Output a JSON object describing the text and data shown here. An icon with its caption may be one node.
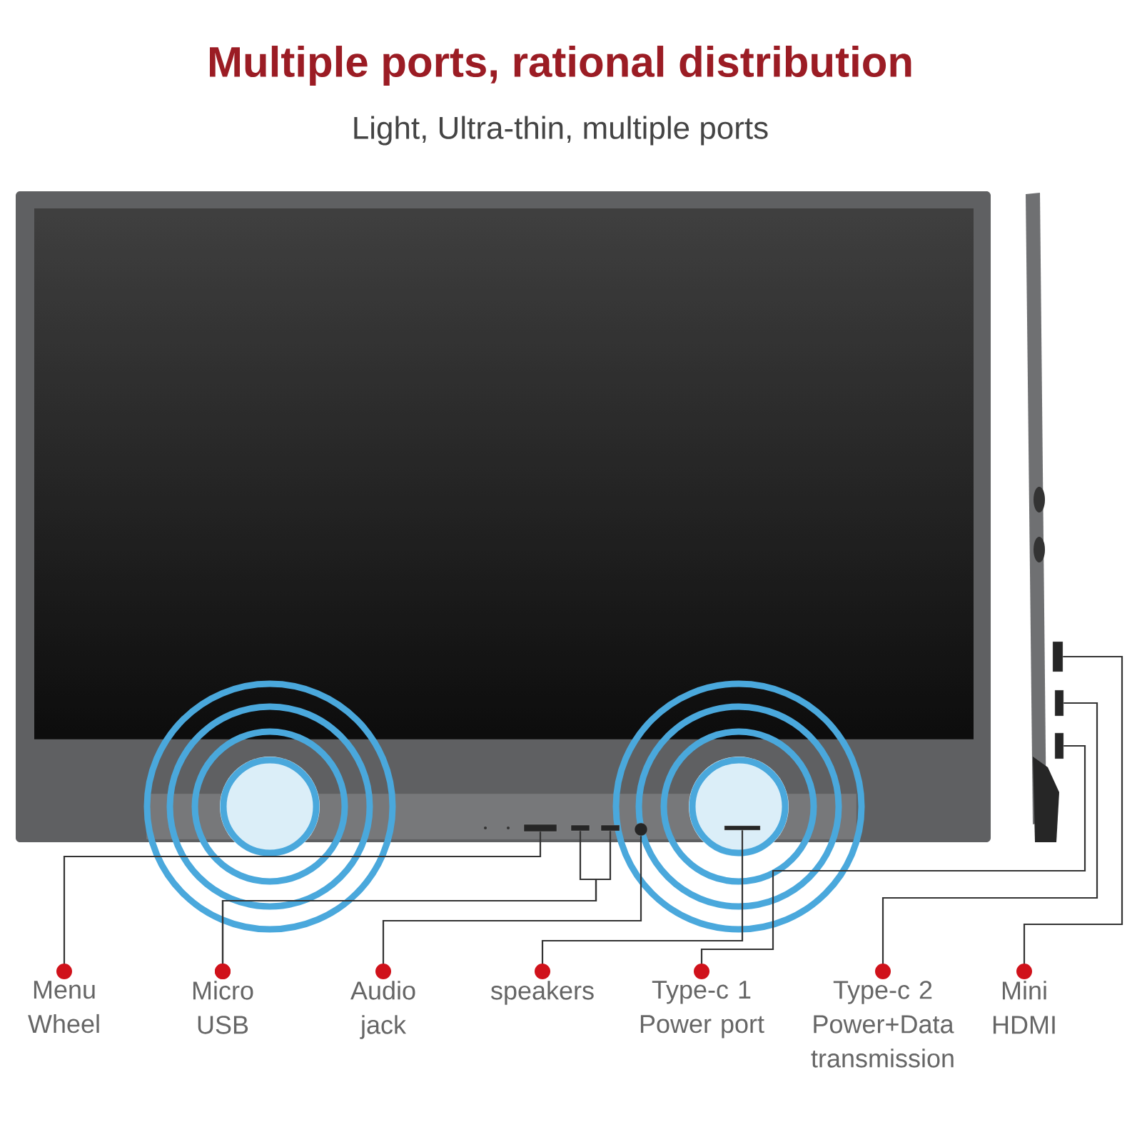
{
  "diagram": {
    "title": "Multiple ports, rational distribution",
    "nodes": [
      {
        "text": [
          "Menu Wheel"
        ]
      },
      {
        "text": [
          "Micro USB"
        ]
      },
      {
        "text": [
          "Audio jack"
        ]
      },
      {
        "text": [
          "speakers"
        ]
      },
      {
        "text": [
          "Type-c 1 Power port"
        ]
      },
      {
        "text": [
          "Type-c 2 Power+Data transmission"
        ]
      },
      {
        "text": [
          "Mini HDMI"
        ]
      },
      {
        "text": [],
        "shape": "box"
      },
      {
        "text": [],
        "shape": "box"
      },
      {
        "text": [],
        "shape": "box"
      },
      {
        "text": [],
        "shape": "circle"
      },
      {
        "text": [],
        "shape": "box"
      },
      {
        "text": [],
        "shape": "box"
      },
      {
        "text": [],
        "shape": "box"
      },
      {
        "text": [],
        "shape": "box"
      }
    ],
    "edges": [
      {
        "from": 0,
        "to": 7,
        "arrow": "other"
      },
      {
        "from": 1,
        "to": 8,
        "arrow": "other"
      },
      {
        "from": 1,
        "to": 9,
        "arrow": "other"
      },
      {
        "from": 2,
        "to": 10,
        "arrow": "other"
      },
      {
        "from": 3,
        "to": 11,
        "arrow": "other"
      },
      {
        "from": 4,
        "to": 12,
        "arrow": "other"
      },
      {
        "from": 5,
        "to": 13,
        "arrow": "other"
      },
      {
        "from": 6,
        "to": 14,
        "arrow": "other"
      }
    ],
    "labels": [
      "Light, Ultra-thin, multiple ports"
    ]
  }
}
